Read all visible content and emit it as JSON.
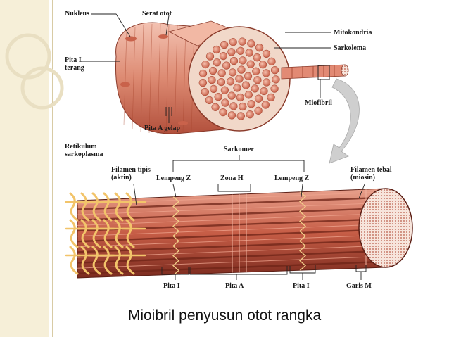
{
  "labels": {
    "nukleus": "Nukleus",
    "serat_otot": "Serat otot",
    "mitokondria": "Mitokondria",
    "sarkolema": "Sarkolema",
    "pita_i_terang": "Pita I\nterang",
    "miofibril": "Miofibril",
    "pita_a_gelap": "Pita A gelap",
    "retikulum": "Retikulum\nsarkoplasma",
    "sarkomer": "Sarkomer",
    "filamen_tipis": "Filamen tipis\n(aktin)",
    "lempeng_z_left": "Lempeng Z",
    "zona_h": "Zona H",
    "lempeng_z_right": "Lempeng Z",
    "filamen_tebal": "Filamen tebal\n(miosin)",
    "pita_i_left": "Pita I",
    "pita_a": "Pita A",
    "pita_i_right": "Pita I",
    "garis_m": "Garis M"
  },
  "caption": "Mioibril penyusun otot rangka",
  "colors": {
    "muscle_light": "#e9a08a",
    "muscle_dark": "#b94a35",
    "fibril": "#d9745f",
    "reticulum": "#f2c46a",
    "arrow": "#c9c9c9",
    "strip": "#f6efd8"
  }
}
